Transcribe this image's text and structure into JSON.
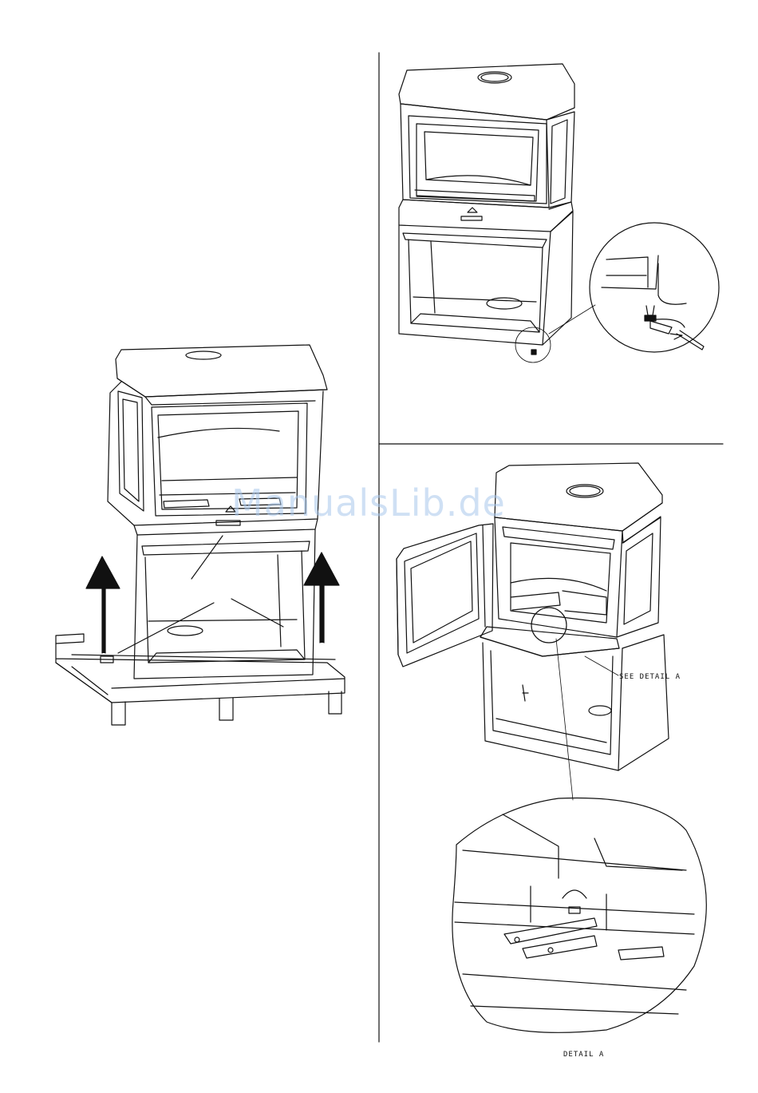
{
  "page": {
    "detail_ref_label": "SEE DETAIL  A",
    "detail_caption": "DETAIL  A",
    "watermark": "ManualsLib.de"
  },
  "colors": {
    "line": "#111111",
    "watermark": "#a9c8ec"
  }
}
